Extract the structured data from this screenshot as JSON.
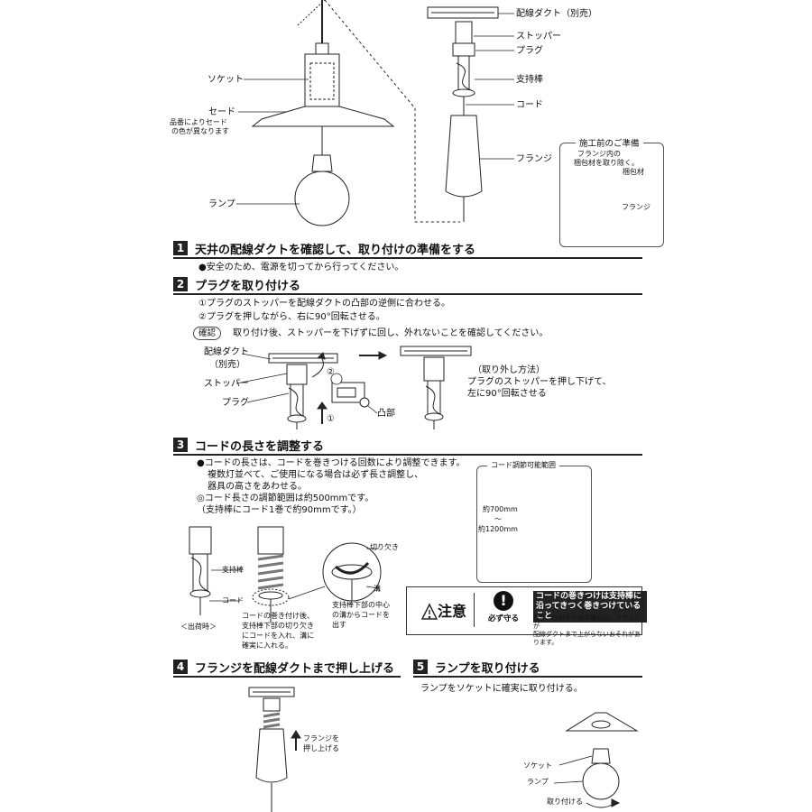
{
  "overview": {
    "socket": "ソケット",
    "shade": "セード",
    "shade_note_1": "品番によりセード",
    "shade_note_2": "の色が異なります",
    "lamp": "ランプ",
    "duct": "配線ダクト（別売）",
    "stopper": "ストッパー",
    "plug": "プラグ",
    "support_rod": "支持棒",
    "cord": "コード",
    "flange": "フランジ",
    "prep_title": "施工前のご準備",
    "prep_text_1": "フランジ内の",
    "prep_text_2": "梱包材を取り除く。",
    "packing": "梱包材",
    "prep_flange": "フランジ"
  },
  "steps": [
    {
      "num": "1",
      "title": "天井の配線ダクトを確認して、取り付けの準備をする"
    },
    {
      "num": "2",
      "title": "プラグを取り付ける"
    },
    {
      "num": "3",
      "title": "コードの長さを調整する"
    },
    {
      "num": "4",
      "title": "フランジを配線ダクトまで押し上げる"
    },
    {
      "num": "5",
      "title": "ランプを取り付ける"
    }
  ],
  "step1": {
    "note": "●安全のため、電源を切ってから行ってください。"
  },
  "step2": {
    "line1": "①プラグのストッパーを配線ダクトの凸部の逆側に合わせる。",
    "line2": "②プラグを押しながら、右に90°回転させる。",
    "confirm_tag": "確認",
    "confirm_text": "取り付け後、ストッパーを下げずに回し、外れないことを確認してください。",
    "duct_label": "配線ダクト",
    "duct_sub": "（別売）",
    "stopper": "ストッパー",
    "plug": "プラグ",
    "convex": "凸部",
    "circle1": "①",
    "circle2": "②",
    "removal_title": "（取り外し方法）",
    "removal_1": "プラグのストッパーを押し下げて、",
    "removal_2": "左に90°回転させる"
  },
  "step3": {
    "line1": "●コードの長さは、コードを巻きつける回数により調整できます。",
    "line2": "複数灯並べて、ご使用になる場合は必ず長さ調整し、",
    "line3": "器具の高さをあわせる。",
    "line4": "◎コード長さの調節範囲は約500mmです。",
    "line5": "（支持棒にコード1巻で約90mmです。）",
    "rod": "支持棒",
    "cord": "コード",
    "shipping": "＜出荷時＞",
    "wind_1": "コードの巻き付け後、",
    "wind_2": "支持棒下部の切り欠き",
    "wind_3": "にコードを入れ、溝に",
    "wind_4": "確実に入れる。",
    "notch": "切り欠き",
    "groove": "溝",
    "center_1": "支持棒下部の中心",
    "center_2": "の溝からコードを",
    "center_3": "出す",
    "range_title": "コード調節可能範囲",
    "range_min": "約700mm",
    "range_tilde": "〜",
    "range_max": "約1200mm"
  },
  "caution": {
    "keyword": "注意",
    "must": "必ず守る",
    "title_1": "コードの巻きつけは支持棒に",
    "title_2": "沿ってきつく巻きつけていること",
    "sub_1": "巻きつけが不十分な場合は、フランジが",
    "sub_2": "配線ダクトまで上がらないおそれがあります。"
  },
  "step4": {
    "push_1": "フランジを",
    "push_2": "押し上げる"
  },
  "step5": {
    "text": "ランプをソケットに確実に取り付ける。",
    "socket": "ソケット",
    "lamp": "ランプ",
    "attach": "取り付ける"
  }
}
